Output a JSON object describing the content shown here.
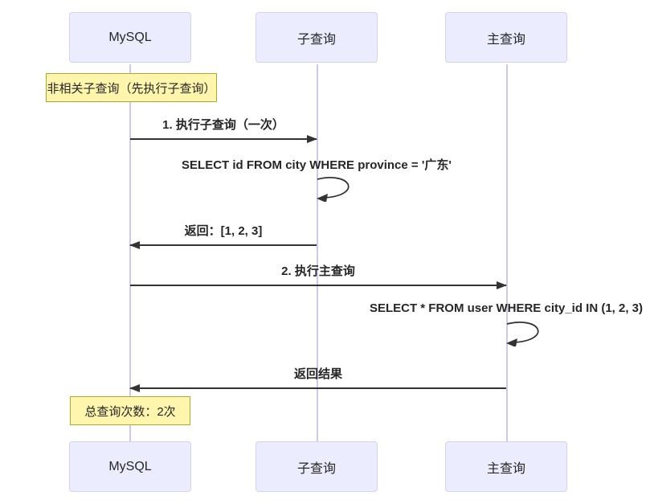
{
  "diagram": {
    "type": "sequence-diagram",
    "participants": [
      {
        "id": "mysql",
        "label": "MySQL"
      },
      {
        "id": "subquery",
        "label": "子查询"
      },
      {
        "id": "mainquery",
        "label": "主查询"
      }
    ],
    "notes": [
      {
        "id": "note-top",
        "text": "非相关子查询（先执行子查询）",
        "over": "MySQL"
      },
      {
        "id": "note-bottom",
        "text": "总查询次数：2次",
        "over": "MySQL"
      }
    ],
    "messages": [
      {
        "text": "1. 执行子查询（一次）",
        "from": "MySQL",
        "to": "子查询",
        "kind": "arrow"
      },
      {
        "text": "SELECT id FROM city WHERE province = '广东'",
        "from": "子查询",
        "to": "子查询",
        "kind": "self"
      },
      {
        "text": "返回：[1, 2, 3]",
        "from": "子查询",
        "to": "MySQL",
        "kind": "arrow"
      },
      {
        "text": "2. 执行主查询",
        "from": "MySQL",
        "to": "主查询",
        "kind": "arrow"
      },
      {
        "text": "SELECT * FROM user WHERE city_id IN (1, 2, 3)",
        "from": "主查询",
        "to": "主查询",
        "kind": "self"
      },
      {
        "text": "返回结果",
        "from": "主查询",
        "to": "MySQL",
        "kind": "arrow"
      }
    ],
    "colors": {
      "actor_fill": "#ECECFF",
      "actor_border": "#D3D3EE",
      "note_fill": "#FFF5AD",
      "note_border": "#AAAA33",
      "lifeline": "#CFC9E6",
      "arrow": "#333333",
      "text": "#262626",
      "background": "#FFFFFF"
    }
  }
}
